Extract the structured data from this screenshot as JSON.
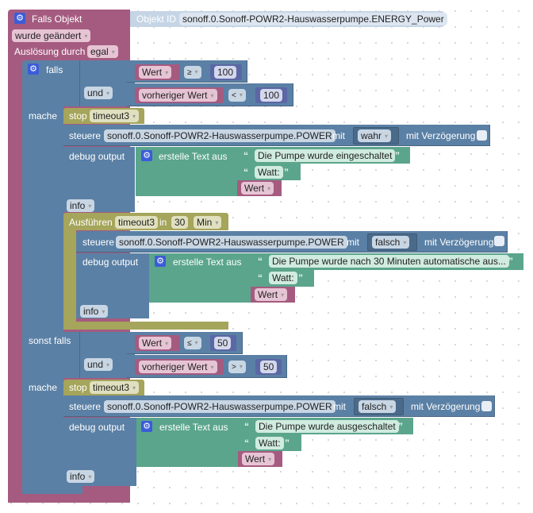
{
  "trigger": {
    "title": "Falls Objekt",
    "object_id_label": "Objekt ID",
    "object_id_value": "sonoff.0.Sonoff-POWR2-Hauswasserpumpe.ENERGY_Power",
    "condition_dropdown": "wurde geändert",
    "trigger_by_label": "Auslösung durch",
    "trigger_by_value": "egal"
  },
  "if_block": {
    "if_label": "falls",
    "do_label": "mache",
    "else_if_label": "sonst falls",
    "do2_label": "mache"
  },
  "cond1": {
    "and_label": "und",
    "left1_var": "Wert",
    "op1": "≥",
    "val1": "100",
    "left2_var": "vorheriger Wert",
    "op2": "<",
    "val2": "100"
  },
  "cond2": {
    "and_label": "und",
    "left1_var": "Wert",
    "op1": "≤",
    "val1": "50",
    "left2_var": "vorheriger Wert",
    "op2": ">",
    "val2": "50"
  },
  "branch1": {
    "stop_label": "stop",
    "stop_timer": "timeout3",
    "control_label": "steuere",
    "control_object": "sonoff.0.Sonoff-POWR2-Hauswasserpumpe.POWER",
    "with_label": "mit",
    "control_value": "wahr",
    "delay_label": "mit Verzögerung",
    "debug_label": "debug output",
    "text_label": "erstelle Text aus",
    "text1": "Die Pumpe wurde eingeschaltet",
    "text2": "Watt:",
    "text3_var": "Wert",
    "log_level": "info",
    "exec_label": "Ausführen",
    "exec_timer": "timeout3",
    "exec_in": "in",
    "exec_value": "30",
    "exec_unit": "Min",
    "inner_control_label": "steuere",
    "inner_control_object": "sonoff.0.Sonoff-POWR2-Hauswasserpumpe.POWER",
    "inner_with_label": "mit",
    "inner_control_value": "falsch",
    "inner_delay_label": "mit Verzögerung",
    "inner_debug_label": "debug output",
    "inner_text_label": "erstelle Text aus",
    "inner_text1": "Die Pumpe wurde nach 30 Minuten automatische aus...",
    "inner_text2": "Watt:",
    "inner_text3_var": "Wert",
    "inner_log_level": "info"
  },
  "branch2": {
    "stop_label": "stop",
    "stop_timer": "timeout3",
    "control_label": "steuere",
    "control_object": "sonoff.0.Sonoff-POWR2-Hauswasserpumpe.POWER",
    "with_label": "mit",
    "control_value": "falsch",
    "delay_label": "mit Verzögerung",
    "debug_label": "debug output",
    "text_label": "erstelle Text aus",
    "text1": "Die Pumpe wurde ausgeschaltet",
    "text2": "Watt:",
    "text3_var": "Wert",
    "log_level": "info"
  },
  "icons": {
    "gear": "⚙",
    "dropdown": "▾",
    "open_quote": "“",
    "close_quote": "”"
  }
}
